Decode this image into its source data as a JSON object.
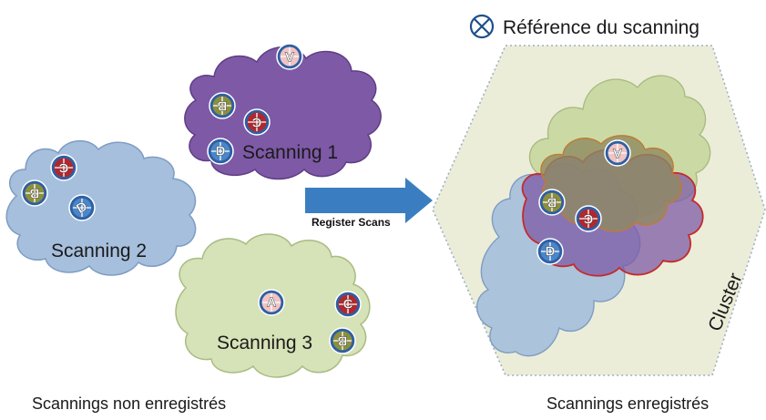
{
  "legend": {
    "icon": "scan-reference-icon",
    "label": "Référence du scanning"
  },
  "clouds": {
    "scanning1": {
      "label": "Scanning 1",
      "color": "#7e59a6"
    },
    "scanning2": {
      "label": "Scanning 2",
      "color": "#a6bfdc"
    },
    "scanning3": {
      "label": "Scanning 3",
      "color": "#d6e2b7"
    }
  },
  "arrow": {
    "label": "Register Scans",
    "color": "#3a7ec1"
  },
  "cluster": {
    "label": "Cluster",
    "fill": "#ecedd8"
  },
  "captions": {
    "left": "Scannings non enregistrés",
    "right": "Scannings enregistrés"
  },
  "targets": {
    "A": {
      "letter": "A",
      "color": "#f0c4c4"
    },
    "B": {
      "letter": "B",
      "color": "#8c8f3c"
    },
    "C": {
      "letter": "C",
      "color": "#b2272e"
    },
    "D": {
      "letter": "D",
      "color": "#4a86c8"
    }
  }
}
